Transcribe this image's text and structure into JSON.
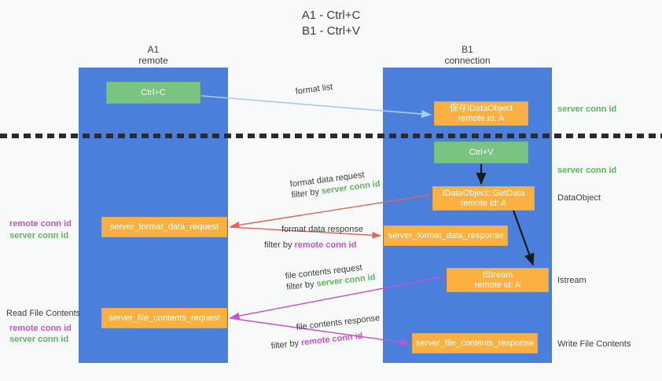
{
  "title": {
    "line1": "A1 - Ctrl+C",
    "line2": "B1 - Ctrl+V"
  },
  "columns": [
    {
      "id": "a1",
      "name": "A1",
      "sub": "remote"
    },
    {
      "id": "b1",
      "name": "B1",
      "sub": "connection"
    }
  ],
  "nodes": {
    "ctrl_c": {
      "label": "Ctrl+C",
      "sub": ""
    },
    "save_idataobject": {
      "label": "保存IDataObject",
      "sub": "remote id: A"
    },
    "ctrl_v": {
      "label": "Ctrl+V",
      "sub": ""
    },
    "getdata": {
      "label": "IDataObject::GetData",
      "sub": "remote id: A"
    },
    "format_data_request": {
      "label": "server_format_data_request",
      "sub": ""
    },
    "format_data_response": {
      "label": "server_format_data_response",
      "sub": ""
    },
    "istream": {
      "label": "IStream",
      "sub": "remote id: A"
    },
    "file_contents_request": {
      "label": "server_file_contents_request",
      "sub": ""
    },
    "file_contents_response": {
      "label": "server_file_contents_response",
      "sub": ""
    }
  },
  "edges": {
    "format_list": {
      "label": "format list"
    },
    "format_data_request": {
      "line1": "format data request",
      "filter_prefix": "filter by ",
      "filter_value": "server conn id"
    },
    "format_data_response": {
      "line1": "format data response",
      "filter_prefix": "filter by ",
      "filter_value": "remote conn id"
    },
    "file_contents_request": {
      "line1": "file contents request",
      "filter_prefix": "filter by ",
      "filter_value": "server conn id"
    },
    "file_contents_response": {
      "line1": "file contents response",
      "filter_prefix": "filter by ",
      "filter_value": "remote conn id"
    }
  },
  "right_labels": [
    {
      "text": "server conn id",
      "kind": "green"
    },
    {
      "text": "server conn id",
      "kind": "green"
    },
    {
      "text": "DataObject",
      "kind": "dark"
    },
    {
      "text": "Istream",
      "kind": "dark"
    },
    {
      "text": "Write File Contents",
      "kind": "dark"
    }
  ],
  "left_labels": {
    "group1_remote": "remote conn id",
    "group1_server": "server conn id",
    "read_file_contents": "Read File Contents",
    "group2_remote": "remote conn id",
    "group2_server": "server conn id"
  },
  "colors": {
    "column_blue": "#4a80dc",
    "node_green": "#79c480",
    "node_orange": "#fbb040",
    "arrow_lightblue": "#a8cbee",
    "arrow_red": "#e8645a",
    "arrow_magenta": "#c851d0",
    "arrow_black": "#1a1a1a",
    "text_green": "#5cb85c",
    "text_purple": "#c851d0",
    "background": "#f8f9f9"
  }
}
